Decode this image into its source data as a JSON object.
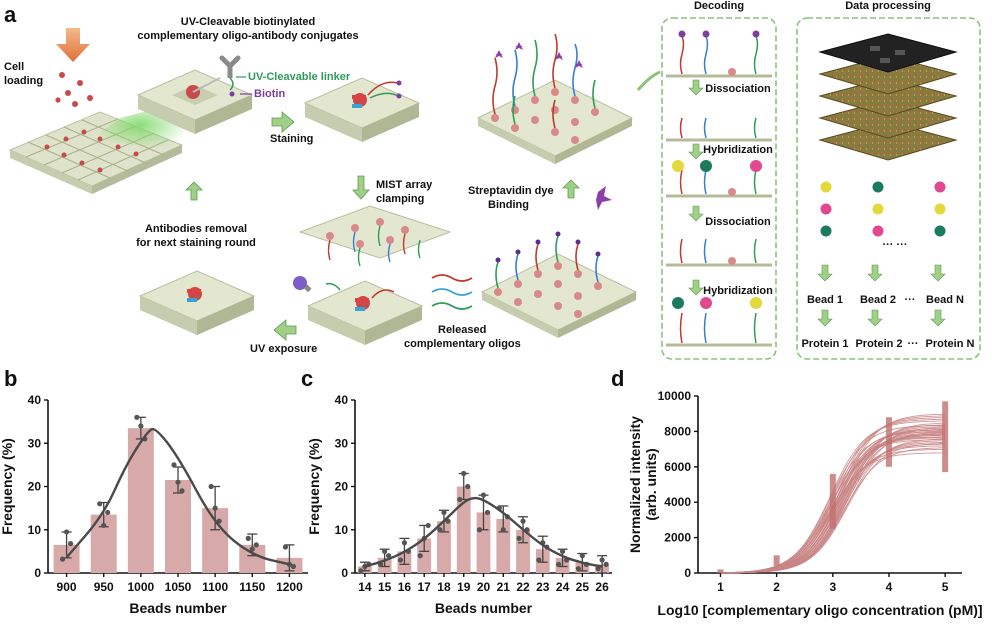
{
  "panel_a": {
    "label": "a",
    "cell_loading": [
      "Cell",
      "loading"
    ],
    "conjugates_title": [
      "UV-Cleavable biotinylated",
      "complementary oligo-antibody conjugates"
    ],
    "uv_linker": "UV-Cleavable linker",
    "biotin": "Biotin",
    "staining": "Staining",
    "mist_clamping": [
      "MIST array",
      "clamping"
    ],
    "strep_binding": [
      "Streptavidin dye",
      "Binding"
    ],
    "antibodies_removal": [
      "Antibodies removal",
      "for next staining round"
    ],
    "uv_exposure": "UV exposure",
    "released": [
      "Released",
      "complementary oligos"
    ],
    "decoding": {
      "title": "Decoding",
      "steps": [
        "Dissociation",
        "Hybridization",
        "Dissociation",
        "Hybridization"
      ]
    },
    "data_processing": {
      "title": "Data processing",
      "ellipsis": "··· ···",
      "beads": [
        "Bead 1",
        "Bead 2",
        "···",
        "Bead N"
      ],
      "proteins": [
        "Protein 1",
        "Protein 2",
        "···",
        "Protein N"
      ],
      "dot_grid": [
        [
          "#e3d93a",
          "#1e7a5e",
          "#e2488f"
        ],
        [
          "#e2488f",
          "#e3d93a",
          "#e3d93a"
        ],
        [
          "#1e7a5e",
          "#e2488f",
          "#1e7a5e"
        ],
        [
          "#1e7a5e",
          "#1e7a5e",
          "#e3d93a"
        ]
      ]
    },
    "colors": {
      "green": "#2e9d57",
      "purple": "#7b3fa0",
      "box_border": "#8cc37a"
    }
  },
  "chart_data": [
    {
      "panel": "b",
      "type": "bar",
      "categories": [
        "900",
        "950",
        "1000",
        "1050",
        "1100",
        "1150",
        "1200"
      ],
      "values": [
        6.5,
        13.5,
        33.5,
        21.5,
        15,
        6.5,
        3.5
      ],
      "error": [
        3,
        2.8,
        2.5,
        3,
        5,
        2.5,
        3
      ],
      "points": [
        [
          3.2,
          9.5,
          6.8
        ],
        [
          16,
          11,
          14
        ],
        [
          36,
          34,
          31
        ],
        [
          25,
          21,
          19
        ],
        [
          20,
          15,
          12
        ],
        [
          8,
          5.5,
          6.5
        ],
        [
          6,
          2,
          1.5
        ]
      ],
      "fit": [
        [
          900,
          3.6
        ],
        [
          950,
          13.5
        ],
        [
          980,
          25
        ],
        [
          1010,
          33
        ],
        [
          1020,
          33.5
        ],
        [
          1050,
          27
        ],
        [
          1100,
          11
        ],
        [
          1150,
          4
        ],
        [
          1200,
          2
        ]
      ],
      "xlabel": "Beads number",
      "ylabel": "Frequency (%)",
      "yticks": [
        0,
        10,
        20,
        30,
        40
      ],
      "ylim": [
        0,
        40
      ],
      "colors": {
        "bar": "#d7aaa9",
        "dot": "#555555",
        "fit": "#4a4a4a"
      }
    },
    {
      "panel": "c",
      "type": "bar",
      "categories": [
        "14",
        "15",
        "16",
        "17",
        "18",
        "19",
        "20",
        "21",
        "22",
        "23",
        "24",
        "25",
        "26"
      ],
      "values": [
        1.5,
        3.5,
        5,
        8,
        12,
        20,
        14,
        12.5,
        10,
        5.5,
        3.5,
        2.5,
        2
      ],
      "error": [
        1,
        2,
        3,
        3,
        2.5,
        3,
        4,
        3,
        3,
        3,
        2,
        2,
        2
      ],
      "points": [
        [
          0.5,
          1.5,
          2
        ],
        [
          2,
          5,
          4
        ],
        [
          3,
          7,
          5
        ],
        [
          4,
          8,
          11
        ],
        [
          10,
          14,
          12
        ],
        [
          17,
          23,
          20
        ],
        [
          10,
          18,
          14
        ],
        [
          15,
          10,
          13
        ],
        [
          8,
          12,
          10
        ],
        [
          3,
          7,
          6
        ],
        [
          2,
          5,
          3
        ],
        [
          1,
          4,
          2
        ],
        [
          1,
          3,
          2
        ]
      ],
      "fit": [
        [
          14,
          1.5
        ],
        [
          15,
          2.8
        ],
        [
          16,
          4.8
        ],
        [
          17,
          7.8
        ],
        [
          18,
          12
        ],
        [
          19,
          16.5
        ],
        [
          19.5,
          17.5
        ],
        [
          20,
          17
        ],
        [
          21,
          14
        ],
        [
          22,
          10
        ],
        [
          23,
          6.3
        ],
        [
          24,
          3.8
        ],
        [
          25,
          2.3
        ],
        [
          26,
          1.5
        ]
      ],
      "xlabel": "Beads number",
      "ylabel": "Frequency (%)",
      "yticks": [
        0,
        10,
        20,
        30,
        40
      ],
      "ylim": [
        0,
        40
      ],
      "colors": {
        "bar": "#d7aaa9",
        "dot": "#555555",
        "fit": "#4a4a4a"
      }
    },
    {
      "panel": "d",
      "type": "line",
      "x_ticks": [
        1,
        2,
        3,
        4,
        5
      ],
      "y_ticks": [
        0,
        2000,
        4000,
        6000,
        8000,
        10000
      ],
      "ylim": [
        0,
        10000
      ],
      "xlim": [
        0.6,
        5.3
      ],
      "xlabel": "Log10 [complementary oligo concentration (pM)]",
      "ylabel": [
        "Normalized intensity",
        "(arb. units)"
      ],
      "curve_params": {
        "bottom": 0,
        "logEC50": 3.1,
        "hill": 1.1
      },
      "series_tops": [
        6800,
        7000,
        7200,
        7300,
        7400,
        7500,
        7600,
        7700,
        7700,
        7800,
        7800,
        7900,
        7900,
        8000,
        8000,
        8100,
        8100,
        8200,
        8300,
        8400,
        8500,
        8600,
        8700,
        8800,
        8900,
        9000,
        7100,
        7350,
        7550,
        7650,
        7850,
        7950,
        8050,
        8150,
        8250,
        8350
      ],
      "points_at_x": {
        "1": [
          0,
          200
        ],
        "2": [
          400,
          1000
        ],
        "3": [
          2500,
          5600
        ],
        "4": [
          6000,
          8800
        ],
        "5": [
          5700,
          9700
        ]
      },
      "colors": {
        "line": "#c98585",
        "marker": "#c07070"
      }
    }
  ]
}
